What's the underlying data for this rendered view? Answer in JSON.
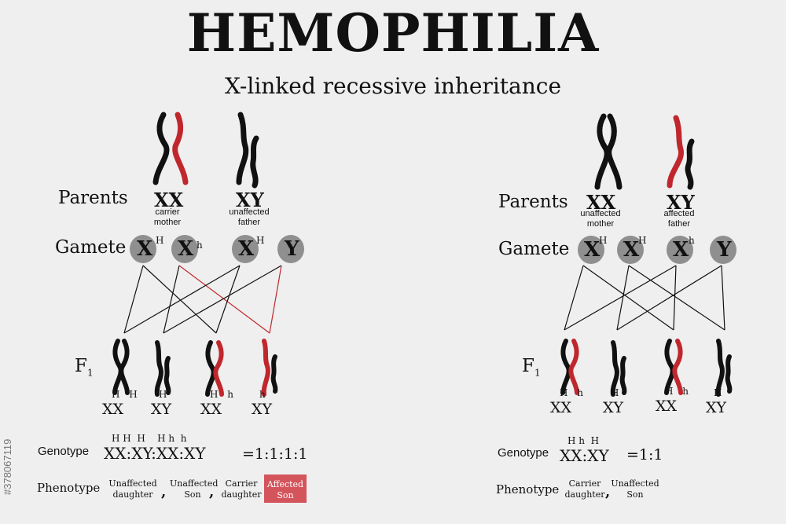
{
  "title": "HEMOPHILIA",
  "subtitle": "X-linked recessive inheritance",
  "labels": {
    "parents": "Parents",
    "gamete": "Gamete",
    "f1": "F",
    "f1_sub": "1",
    "genotype": "Genotype",
    "phenotype": "Phenotype"
  },
  "colors": {
    "normal": "#111111",
    "affected": "#c0272d",
    "gamete_fill": "#8f8f8f",
    "affected_box": "#d4545b"
  },
  "left": {
    "mother": {
      "geno": "XX",
      "caption": [
        "carrier",
        "mother"
      ]
    },
    "father": {
      "geno": "XY",
      "caption": [
        "unaffected",
        "father"
      ]
    },
    "gametes": [
      {
        "letter": "X",
        "sup": "H"
      },
      {
        "letter": "X",
        "sup": "h"
      },
      {
        "letter": "X",
        "sup": "H"
      },
      {
        "letter": "Y",
        "sup": ""
      }
    ],
    "offspring": [
      {
        "letters": "XX",
        "sups": "H H"
      },
      {
        "letters": "XY",
        "sups": "H"
      },
      {
        "letters": "XX",
        "sups": "H h"
      },
      {
        "letters": "XY",
        "sups": "h"
      }
    ],
    "genotype_formula": "XX:XY:XX:XY",
    "genotype_sups": "H H  H    H h  h",
    "ratio": "=1:1:1:1",
    "phenotypes": [
      {
        "line1": "Unaffected",
        "line2": "daughter",
        "affected": false
      },
      {
        "line1": "Unaffected",
        "line2": "Son",
        "affected": false
      },
      {
        "line1": "Carrier",
        "line2": "daughter",
        "affected": false
      },
      {
        "line1": "Affected",
        "line2": "Son",
        "affected": true
      }
    ],
    "separator": ","
  },
  "right": {
    "mother": {
      "geno": "XX",
      "caption": [
        "unaffected",
        "mother"
      ]
    },
    "father": {
      "geno": "XY",
      "caption": [
        "affected",
        "father"
      ]
    },
    "gametes": [
      {
        "letter": "X",
        "sup": "H"
      },
      {
        "letter": "X",
        "sup": "H"
      },
      {
        "letter": "X",
        "sup": "h"
      },
      {
        "letter": "Y",
        "sup": ""
      }
    ],
    "offspring": [
      {
        "letters": "XX",
        "sups": "H h"
      },
      {
        "letters": "XY",
        "sups": "H"
      },
      {
        "letters": "XX",
        "sups": "H h"
      },
      {
        "letters": "XY",
        "sups": "H"
      }
    ],
    "genotype_formula": "XX:XY",
    "genotype_sups": "H h  H",
    "ratio": "=1:1",
    "phenotypes": [
      {
        "line1": "Carrier",
        "line2": "daughter",
        "affected": false
      },
      {
        "line1": "Unaffected",
        "line2": "Son",
        "affected": false
      }
    ],
    "separator": ","
  },
  "watermark": "#378067119"
}
